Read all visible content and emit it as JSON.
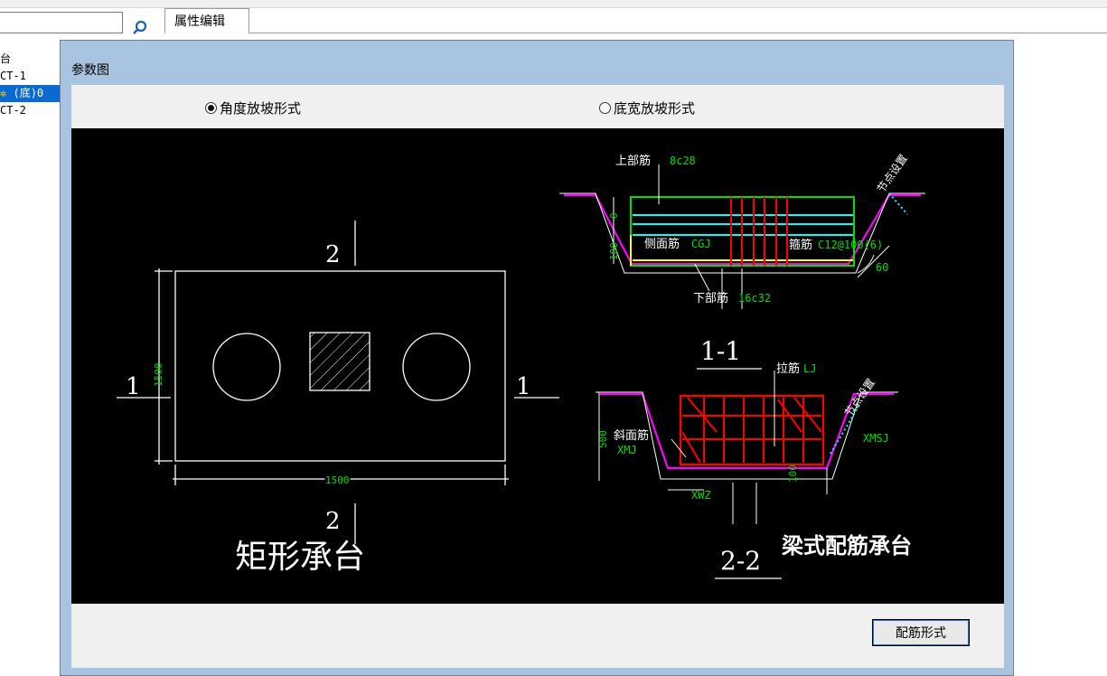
{
  "panel": {
    "tab_label": "属性编辑",
    "tree": [
      {
        "text": "台"
      },
      {
        "text": "CT-1"
      },
      {
        "text": "(底)0"
      },
      {
        "text": "CT-2"
      }
    ]
  },
  "dialog": {
    "title": "参数图",
    "radio_angle": "角度放坡形式",
    "radio_width": "底宽放坡形式",
    "selected": "角度放坡形式",
    "button_label": "配筋形式"
  },
  "drawing": {
    "left": {
      "section_top": "2",
      "section_bottom": "2",
      "section_left": "1",
      "section_right": "1",
      "dim_height": "1500",
      "dim_width": "1500",
      "caption": "矩形承台"
    },
    "sec11": {
      "label_top_bar": "上部筋",
      "val_top_bar": "8c28",
      "label_side_bar": "侧面筋",
      "val_side_bar": "CGJ",
      "label_stirrup": "箍筋",
      "val_stirrup": "C12@100(6)",
      "label_bottom_bar": "下部筋",
      "val_bottom_bar": "16c32",
      "dim_top": "0",
      "dim_side": "100",
      "angle": "60",
      "node_text": "节点设置",
      "title": "1-1"
    },
    "sec22": {
      "label_tie": "拉筋",
      "val_tie": "LJ",
      "label_slope_bar": "斜面筋",
      "val_slope_bar": "XMJ",
      "val_xmsj": "XMSJ",
      "val_xwz": "XWZ",
      "dim_height": "500",
      "dim_small": "100",
      "node_text": "节点设置",
      "title": "2-2",
      "caption": "梁式配筋承台"
    }
  },
  "colors": {
    "canvas": "#000000",
    "green": "#00e000",
    "magenta": "#ff00ff",
    "cyan": "#00ffff",
    "red": "#ff0000",
    "yellow": "#ffff00"
  }
}
